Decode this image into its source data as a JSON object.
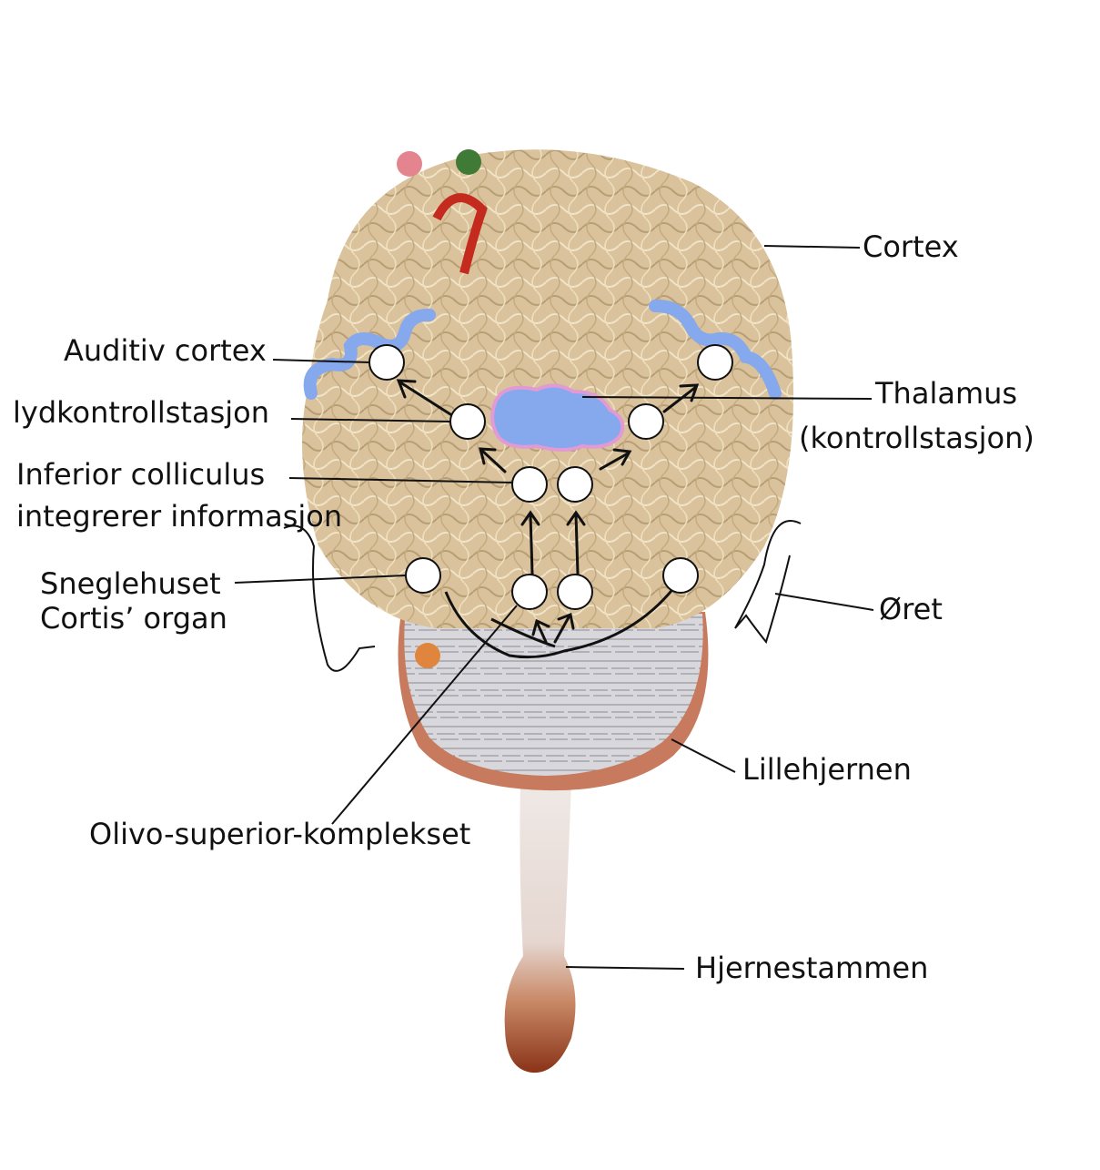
{
  "labels": {
    "cortex": "Cortex",
    "auditiv_cortex": "Auditiv cortex",
    "lydkontrollstasjon": "lydkontrollstasjon",
    "thalamus_line1": "Thalamus",
    "thalamus_line2": "(kontrollstasjon)",
    "inferior_line1": "Inferior colliculus",
    "inferior_line2": "integrerer informasjon",
    "sneglehuset_line1": "Sneglehuset",
    "sneglehuset_line2": "Cortis’ organ",
    "oret": "Øret",
    "lillehjernen": "Lillehjernen",
    "olivo": "Olivo-superior-komplekset",
    "hjernestammen": "Hjernestammen"
  },
  "colors": {
    "yarn": "#d9c29c",
    "yarn_dark": "#b89e74",
    "cerebellum_paper": "#d8d8dc",
    "cerebellum_skin": "#c77a5e",
    "brainstem": "#e8dfdc",
    "brainstem_tip": "#a3421f",
    "auditory_blue": "#86a8ec",
    "thalamus_outline": "#e29ad4",
    "line": "#111111",
    "node_fill": "#ffffff"
  }
}
